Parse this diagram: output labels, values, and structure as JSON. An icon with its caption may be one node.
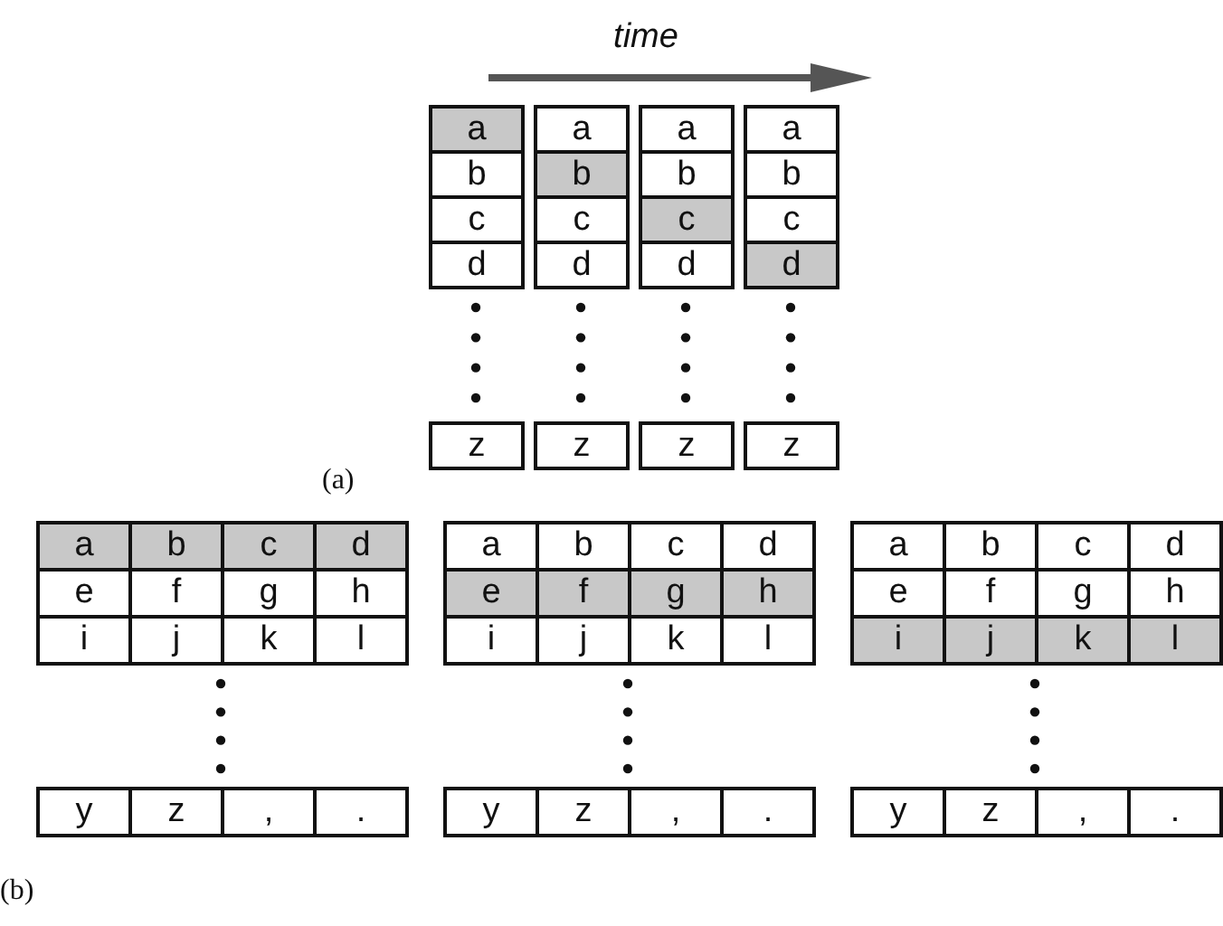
{
  "diagram": {
    "nodes": [
      {
        "text": [
          "a"
        ]
      },
      {
        "text": [
          "b"
        ]
      },
      {
        "text": [
          "c"
        ]
      },
      {
        "text": [
          "d"
        ]
      },
      {
        "text": [
          "z"
        ]
      },
      {
        "text": [
          "a"
        ]
      },
      {
        "text": [
          "b"
        ]
      },
      {
        "text": [
          "c"
        ]
      },
      {
        "text": [
          "d"
        ]
      },
      {
        "text": [
          "z"
        ]
      },
      {
        "text": [
          "a"
        ]
      },
      {
        "text": [
          "b"
        ]
      },
      {
        "text": [
          "c"
        ]
      },
      {
        "text": [
          "d"
        ]
      },
      {
        "text": [
          "z"
        ]
      },
      {
        "text": [
          "a"
        ]
      },
      {
        "text": [
          "b"
        ]
      },
      {
        "text": [
          "c"
        ]
      },
      {
        "text": [
          "d"
        ]
      },
      {
        "text": [
          "z"
        ]
      },
      {
        "text": [
          "a"
        ]
      },
      {
        "text": [
          "b"
        ]
      },
      {
        "text": [
          "c"
        ]
      },
      {
        "text": [
          "d"
        ]
      },
      {
        "text": [
          "e"
        ]
      },
      {
        "text": [
          "f"
        ]
      },
      {
        "text": [
          "g"
        ]
      },
      {
        "text": [
          "h"
        ]
      },
      {
        "text": [
          "i"
        ]
      },
      {
        "text": [
          "j"
        ]
      },
      {
        "text": [
          "k"
        ]
      },
      {
        "text": [
          "l"
        ]
      },
      {
        "text": [
          "y"
        ]
      },
      {
        "text": [
          "z"
        ]
      },
      {
        "text": [
          ","
        ]
      },
      {
        "text": [
          "."
        ]
      },
      {
        "text": [
          "a"
        ]
      },
      {
        "text": [
          "b"
        ]
      },
      {
        "text": [
          "c"
        ]
      },
      {
        "text": [
          "d"
        ]
      },
      {
        "text": [
          "e"
        ]
      },
      {
        "text": [
          "f"
        ]
      },
      {
        "text": [
          "g"
        ]
      },
      {
        "text": [
          "h"
        ]
      },
      {
        "text": [
          "i"
        ]
      },
      {
        "text": [
          "j"
        ]
      },
      {
        "text": [
          "k"
        ]
      },
      {
        "text": [
          "l"
        ]
      },
      {
        "text": [
          "y"
        ]
      },
      {
        "text": [
          "z"
        ]
      },
      {
        "text": [
          ","
        ]
      },
      {
        "text": [
          "."
        ]
      },
      {
        "text": [
          "a"
        ]
      },
      {
        "text": [
          "b"
        ]
      },
      {
        "text": [
          "c"
        ]
      },
      {
        "text": [
          "d"
        ]
      },
      {
        "text": [
          "e"
        ]
      },
      {
        "text": [
          "f"
        ]
      },
      {
        "text": [
          "g"
        ]
      },
      {
        "text": [
          "h"
        ]
      },
      {
        "text": [
          "i"
        ]
      },
      {
        "text": [
          "j"
        ]
      },
      {
        "text": [
          "k"
        ]
      },
      {
        "text": [
          "l"
        ]
      },
      {
        "text": [
          "y"
        ]
      },
      {
        "text": [
          "z"
        ]
      },
      {
        "text": [
          ","
        ]
      },
      {
        "text": [
          "."
        ]
      }
    ],
    "labels": [
      "time",
      "(a)",
      "(b)"
    ]
  }
}
